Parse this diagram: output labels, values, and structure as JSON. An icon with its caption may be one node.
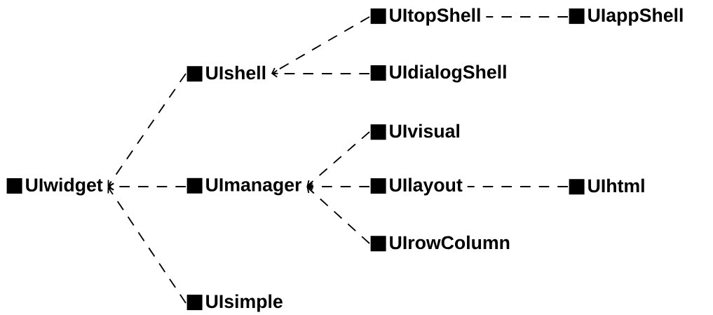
{
  "diagram": {
    "nodes": [
      {
        "text": [
          "UIwidget"
        ]
      },
      {
        "text": [
          "UIshell"
        ]
      },
      {
        "text": [
          "UImanager"
        ]
      },
      {
        "text": [
          "UIsimple"
        ]
      },
      {
        "text": [
          "UItopShell"
        ]
      },
      {
        "text": [
          "UIappShell"
        ]
      },
      {
        "text": [
          "UIdialogShell"
        ]
      },
      {
        "text": [
          "UIvisual"
        ]
      },
      {
        "text": [
          "UIlayout"
        ]
      },
      {
        "text": [
          "UIhtml"
        ]
      },
      {
        "text": [
          "UIrowColumn"
        ]
      }
    ],
    "edges": [
      {
        "from": 1,
        "to": 0,
        "arrow": "to",
        "style": "dashed"
      },
      {
        "from": 2,
        "to": 0,
        "arrow": "to",
        "style": "dashed"
      },
      {
        "from": 3,
        "to": 0,
        "arrow": "to",
        "style": "dashed"
      },
      {
        "from": 4,
        "to": 1,
        "arrow": "to",
        "style": "dashed"
      },
      {
        "from": 6,
        "to": 1,
        "arrow": "to",
        "style": "dashed"
      },
      {
        "from": 5,
        "to": 4,
        "arrow": "none",
        "style": "dashed"
      },
      {
        "from": 7,
        "to": 2,
        "arrow": "to",
        "style": "dashed"
      },
      {
        "from": 8,
        "to": 2,
        "arrow": "to",
        "style": "dashed"
      },
      {
        "from": 10,
        "to": 2,
        "arrow": "to",
        "style": "dashed"
      },
      {
        "from": 9,
        "to": 8,
        "arrow": "none",
        "style": "dashed"
      }
    ]
  }
}
